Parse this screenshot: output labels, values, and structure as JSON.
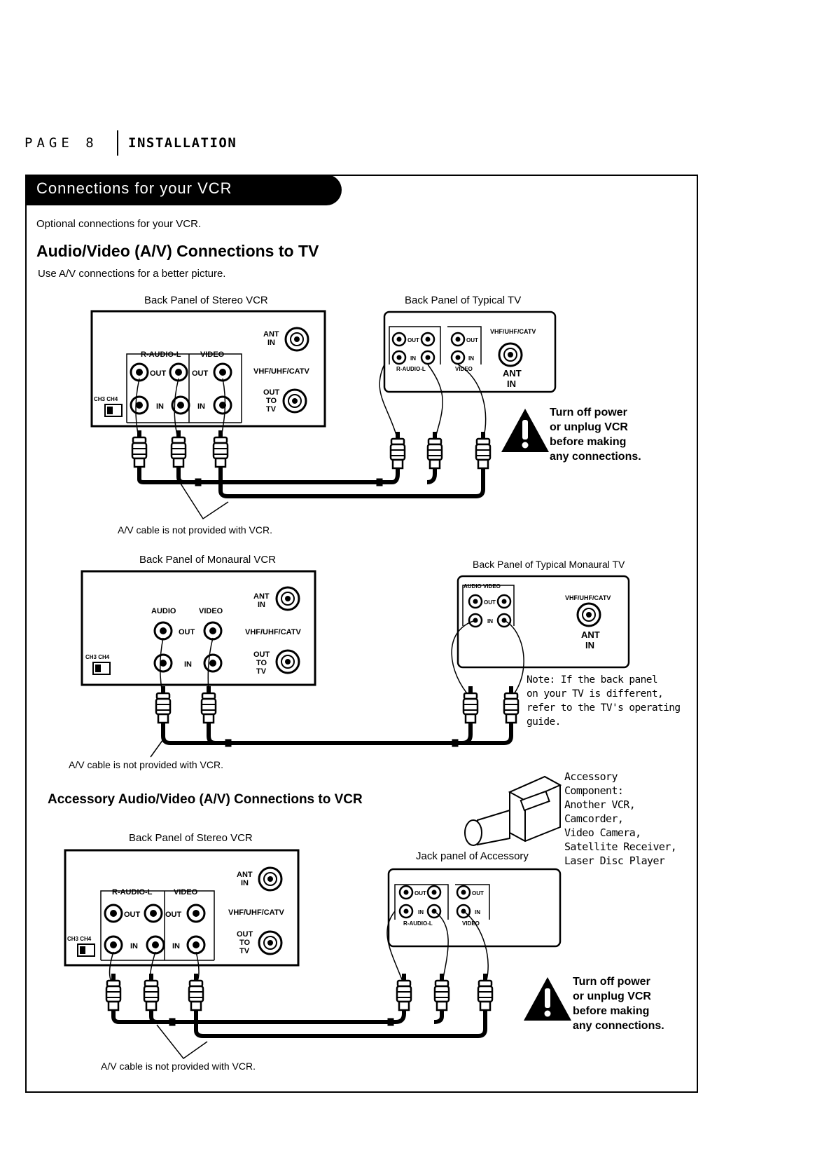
{
  "header": {
    "page": "PAGE 8",
    "section": "INSTALLATION"
  },
  "banner": "Connections for your VCR",
  "intro": "Optional connections for your VCR.",
  "av_to_tv": {
    "heading": "Audio/Video (A/V) Connections to TV",
    "subtext": "Use A/V connections for a better picture.",
    "vcr_caption": "Back Panel of Stereo VCR",
    "tv_caption": "Back Panel of Typical TV",
    "cable_note": "A/V  cable is not provided with VCR."
  },
  "mono": {
    "vcr_caption": "Back Panel of Monaural VCR",
    "tv_caption": "Back Panel of Typical Monaural TV",
    "cable_note": "A/V  cable is not provided with VCR.",
    "note_lines": [
      "Note: If the back panel",
      "on your TV is different,",
      "refer to the TV's operating",
      "guide."
    ]
  },
  "accessory": {
    "heading": "Accessory Audio/Video (A/V) Connections to VCR",
    "vcr_caption": "Back Panel of Stereo VCR",
    "jack_caption": "Jack panel of Accessory",
    "component_lines": [
      "Accessory",
      "Component:",
      "Another VCR,",
      "Camcorder,",
      "Video Camera,",
      "Satellite Receiver,",
      "Laser Disc Player"
    ],
    "cable_note": "A/V  cable is not provided with VCR."
  },
  "warning_lines": [
    "Turn off power",
    "or unplug VCR",
    "before making",
    "any connections."
  ],
  "panel_labels": {
    "ant_in_1": "ANT",
    "ant_in_2": "IN",
    "vhf": "VHF/UHF/CATV",
    "out_to_tv_1": "OUT",
    "out_to_tv_2": "TO",
    "out_to_tv_3": "TV",
    "audio_group": "R-AUDIO-L",
    "video_group": "VIDEO",
    "audio": "AUDIO",
    "video": "VIDEO",
    "out": "OUT",
    "in": "IN",
    "ch": "CH3 CH4",
    "audio_video": "AUDIO  VIDEO"
  }
}
